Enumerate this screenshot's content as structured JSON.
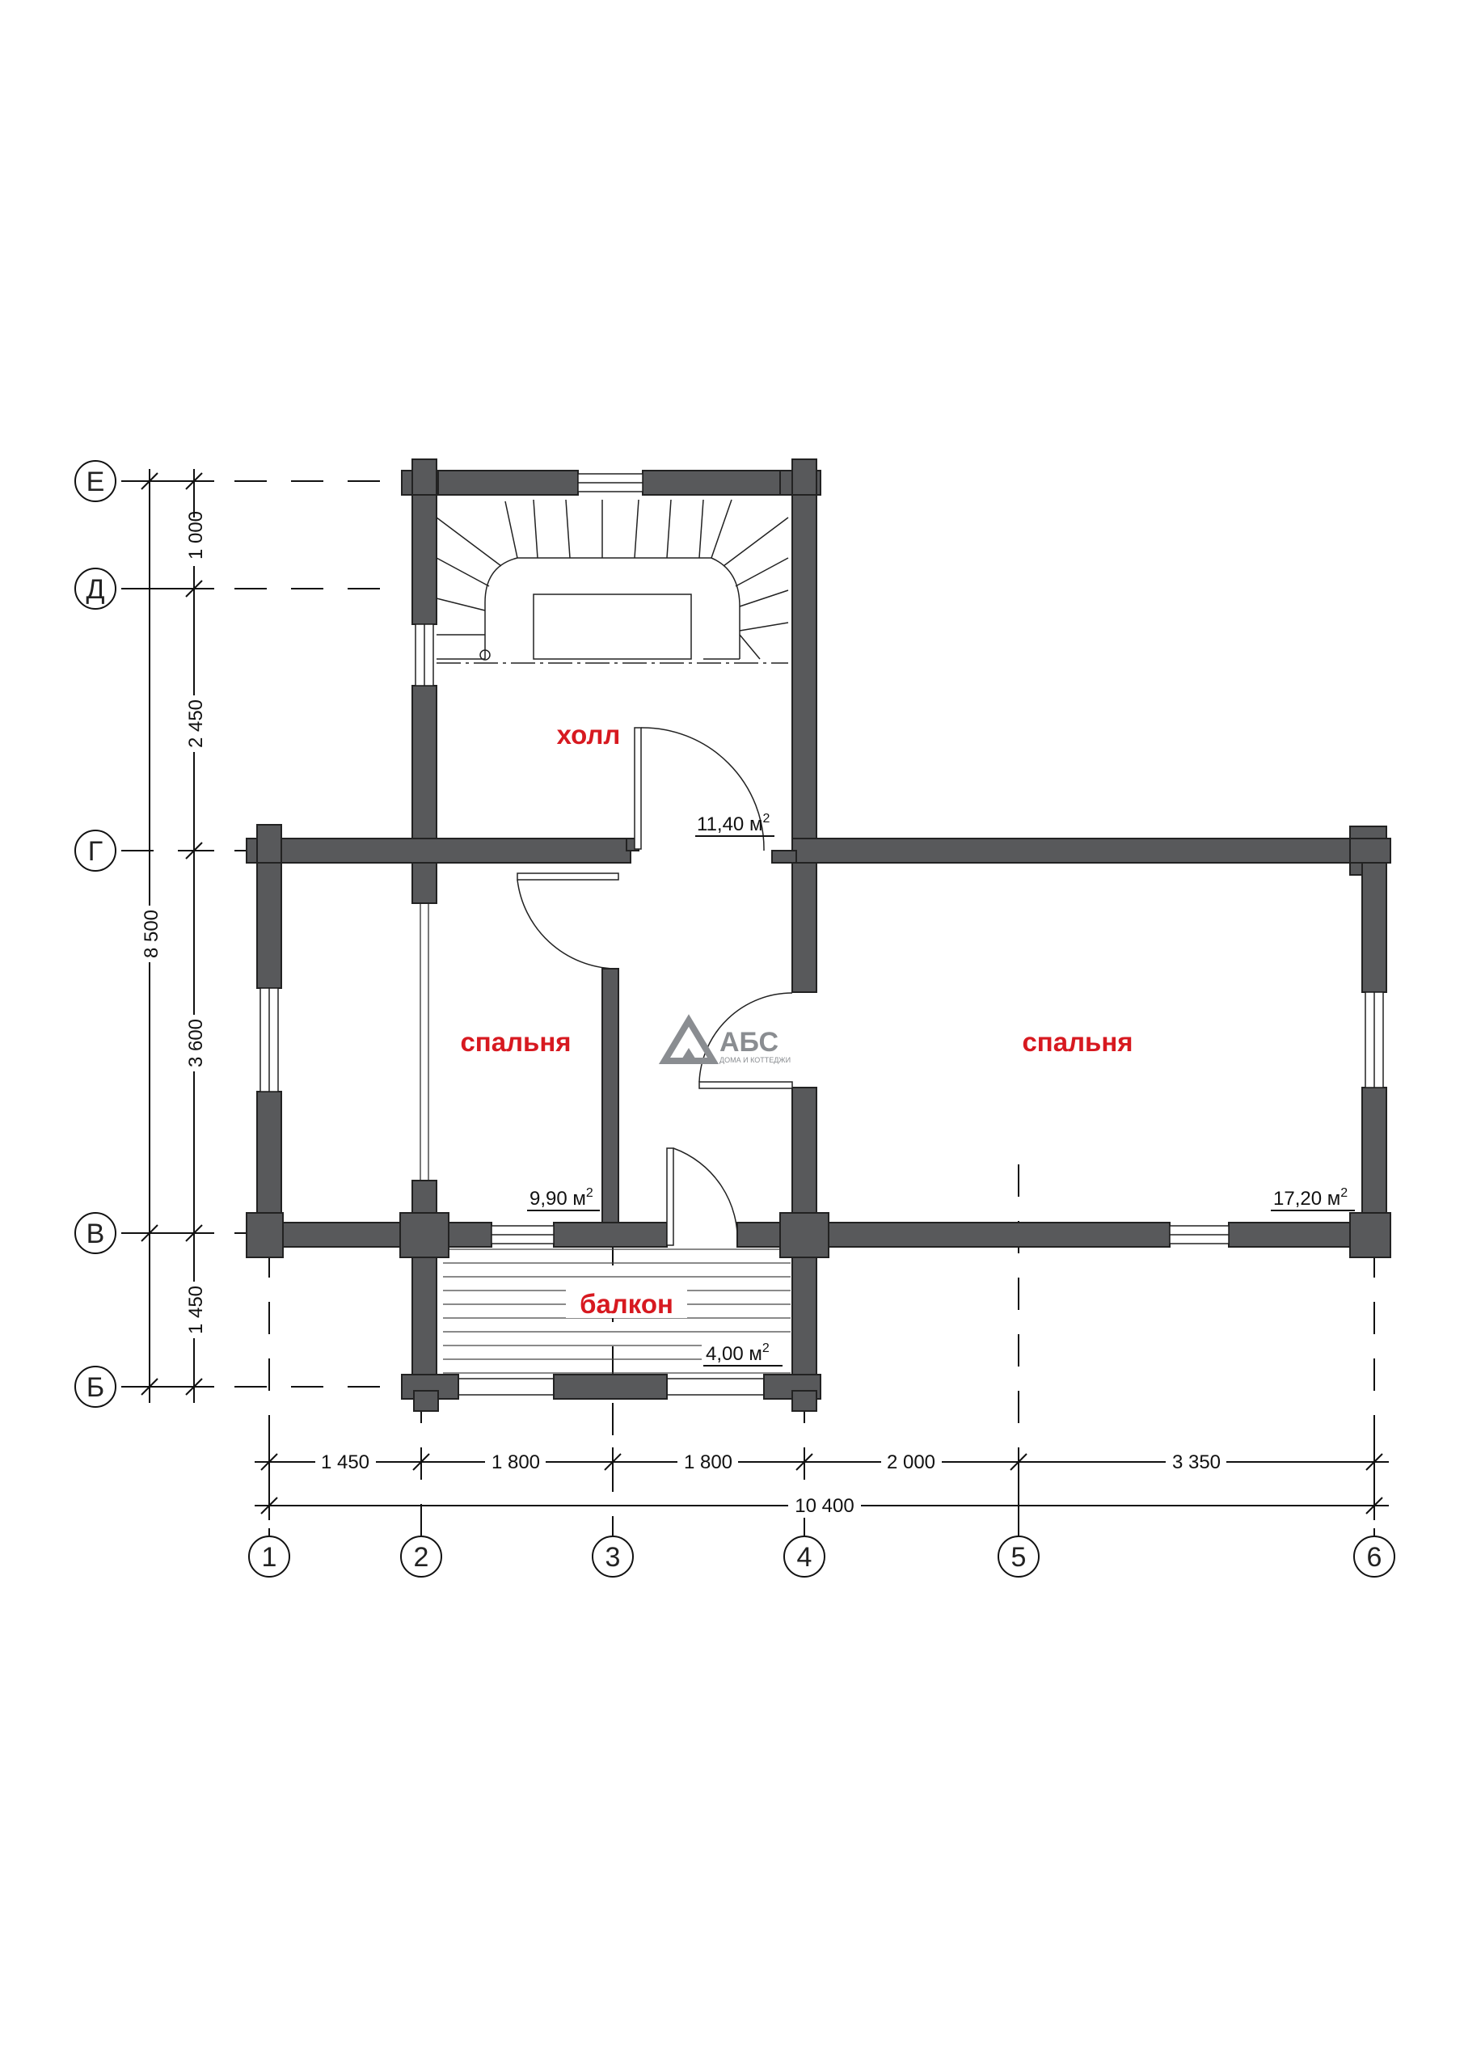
{
  "axes": {
    "rows": [
      "Е",
      "Д",
      "Г",
      "В",
      "Б"
    ],
    "cols": [
      "1",
      "2",
      "3",
      "4",
      "5",
      "6"
    ]
  },
  "dimensions": {
    "vertical": [
      "1 000",
      "2 450",
      "3 600",
      "1 450"
    ],
    "vertical_total": "8 500",
    "horizontal": [
      "1 450",
      "1 800",
      "1 800",
      "2 000",
      "3 350"
    ],
    "horizontal_total": "10 400"
  },
  "rooms": [
    {
      "name": "холл",
      "area": "11,40 м",
      "area_sup": "2"
    },
    {
      "name": "спальня",
      "area": "9,90 м",
      "area_sup": "2"
    },
    {
      "name": "спальня",
      "area": "17,20 м",
      "area_sup": "2"
    },
    {
      "name": "балкон",
      "area": "4,00 м",
      "area_sup": "2"
    }
  ],
  "logo": {
    "title": "АБС",
    "subtitle": "ДОМА И КОТТЕДЖИ"
  },
  "colors": {
    "wall": "#58595b",
    "room_label": "#d71920",
    "line": "#111111",
    "logo": "#8a8d91"
  }
}
